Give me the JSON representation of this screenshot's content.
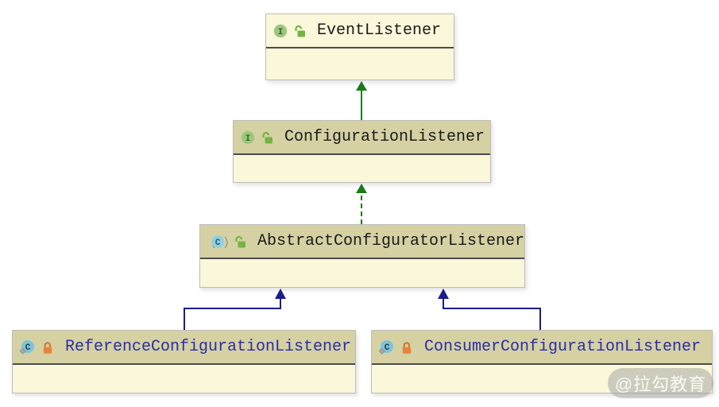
{
  "classes": [
    {
      "name": "EventListener",
      "kind": "interface",
      "lock": "unlocked"
    },
    {
      "name": "ConfigurationListener",
      "kind": "interface",
      "lock": "unlocked"
    },
    {
      "name": "AbstractConfiguratorListener",
      "kind": "abstract-class",
      "lock": "unlocked"
    },
    {
      "name": "ReferenceConfigurationListener",
      "kind": "class",
      "lock": "locked"
    },
    {
      "name": "ConsumerConfigurationListener",
      "kind": "class",
      "lock": "locked"
    }
  ],
  "relations": [
    {
      "from": "ConfigurationListener",
      "to": "EventListener",
      "type": "extends",
      "style": "solid",
      "color": "#1c7c1c"
    },
    {
      "from": "AbstractConfiguratorListener",
      "to": "ConfigurationListener",
      "type": "implements",
      "style": "dashed",
      "color": "#1c7c1c"
    },
    {
      "from": "ReferenceConfigurationListener",
      "to": "AbstractConfiguratorListener",
      "type": "extends",
      "style": "solid",
      "color": "#1c1c8c"
    },
    {
      "from": "ConsumerConfigurationListener",
      "to": "AbstractConfiguratorListener",
      "type": "extends",
      "style": "solid",
      "color": "#1c1c8c"
    }
  ],
  "watermark": {
    "text": "@拉勾教育"
  },
  "colors": {
    "node_body": "#faf7da",
    "node_header_highlight": "#d5d1a3",
    "node_border": "#bdbdbd",
    "divider": "#4c4c4c",
    "interface_icon_green": "#9cc87c",
    "class_icon_blue": "#7cc4da",
    "unlocked_green": "#74b440",
    "locked_orange": "#e8833c",
    "extends_green": "#1c7c1c",
    "extends_navy": "#1c1c8c",
    "title_black": "#1a1a1a",
    "title_navy": "#2c2ca6"
  }
}
